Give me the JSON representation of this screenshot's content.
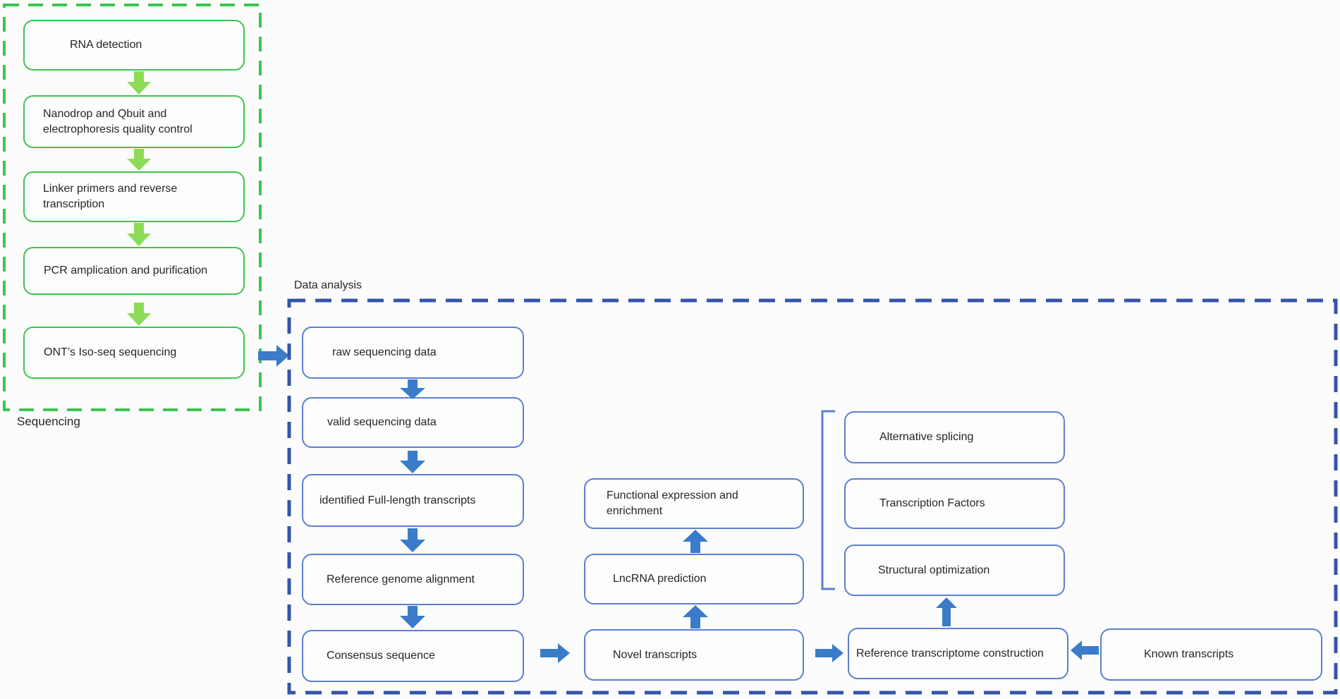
{
  "colors": {
    "green_border": "#3ec44f",
    "green_arrow": "#8edb57",
    "blue_box_border": "#5b7fd0",
    "blue_arrow": "#3a7cc9",
    "blue_dash_border": "#3355a8",
    "text": "#262626"
  },
  "sequencing": {
    "label": "Sequencing",
    "steps": [
      "RNA detection",
      "Nanodrop and Qbuit and electrophoresis quality control",
      "Linker primers and reverse transcription",
      "PCR amplication and purification",
      "ONT’s Iso-seq sequencing"
    ]
  },
  "data_analysis": {
    "label": "Data analysis",
    "pipeline": [
      "raw sequencing data",
      "valid  sequencing data",
      "identified Full-length transcripts",
      "Reference genome alignment",
      "Consensus sequence"
    ],
    "analysis": [
      "Functional expression and enrichment",
      "LncRNA prediction",
      "Novel transcripts"
    ],
    "results": [
      "Alternative splicing",
      "Transcription Factors",
      "Structural optimization"
    ],
    "construction": "Reference transcriptome construction",
    "known": "Known transcripts"
  }
}
